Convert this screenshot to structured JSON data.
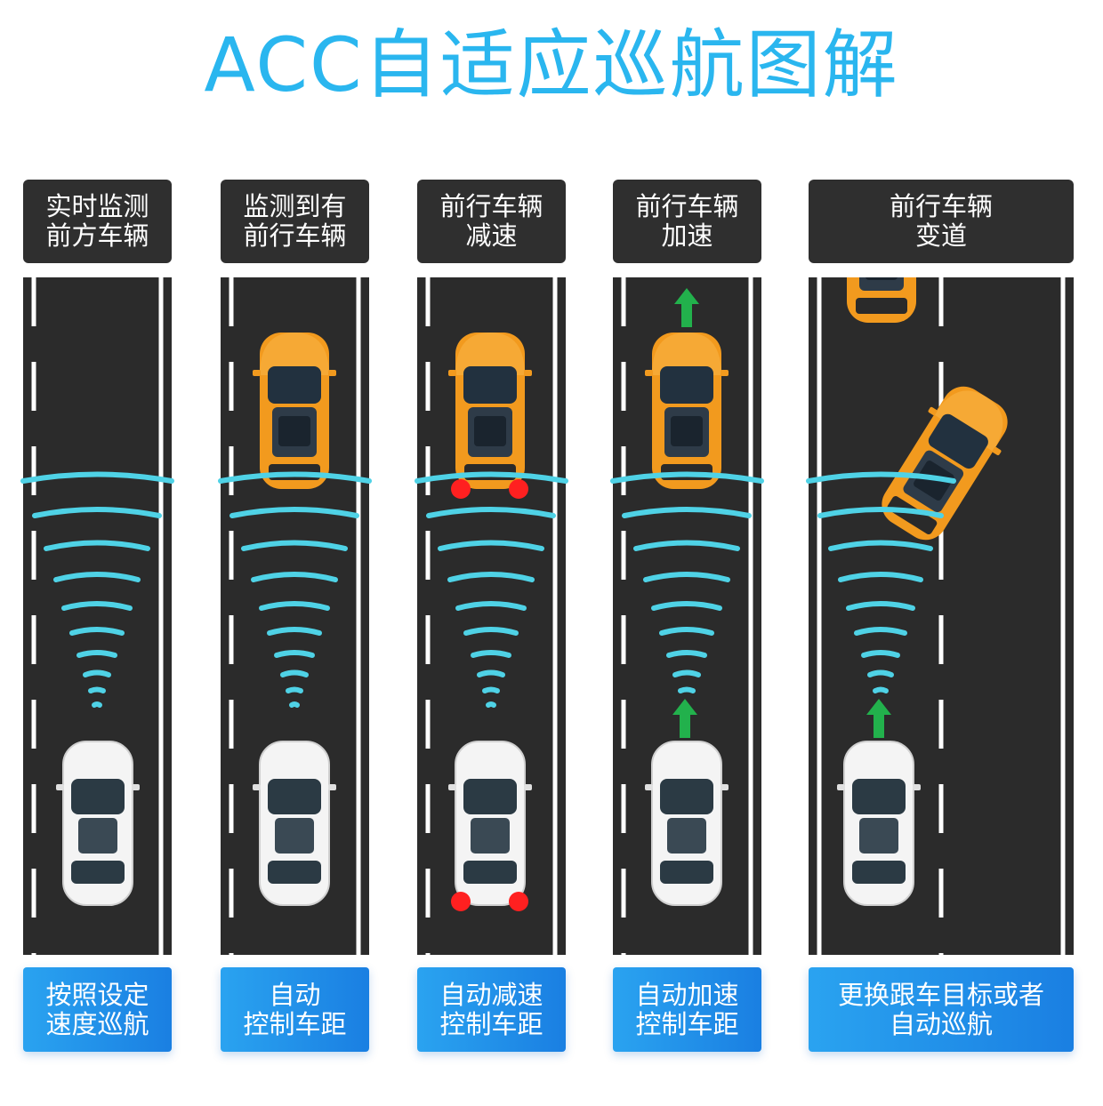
{
  "title": "ACC自适应巡航图解",
  "panels": [
    {
      "label": "实时监测\n前方车辆",
      "caption": "按照设定\n速度巡航"
    },
    {
      "label": "监测到有\n前行车辆",
      "caption": "自动\n控制车距"
    },
    {
      "label": "前行车辆\n减速",
      "caption": "自动减速\n控制车距"
    },
    {
      "label": "前行车辆\n加速",
      "caption": "自动加速\n控制车距"
    },
    {
      "label": "前行车辆\n变道",
      "caption": "更换跟车目标或者\n自动巡航"
    }
  ],
  "colors": {
    "title": "#2ab6ef",
    "road": "#2b2b2b",
    "radar": "#4fd2e6",
    "lead_car": "#f29a1e",
    "ego_car": "#f4f4f4",
    "brake_light": "#ff2020",
    "arrow": "#22b14c"
  }
}
